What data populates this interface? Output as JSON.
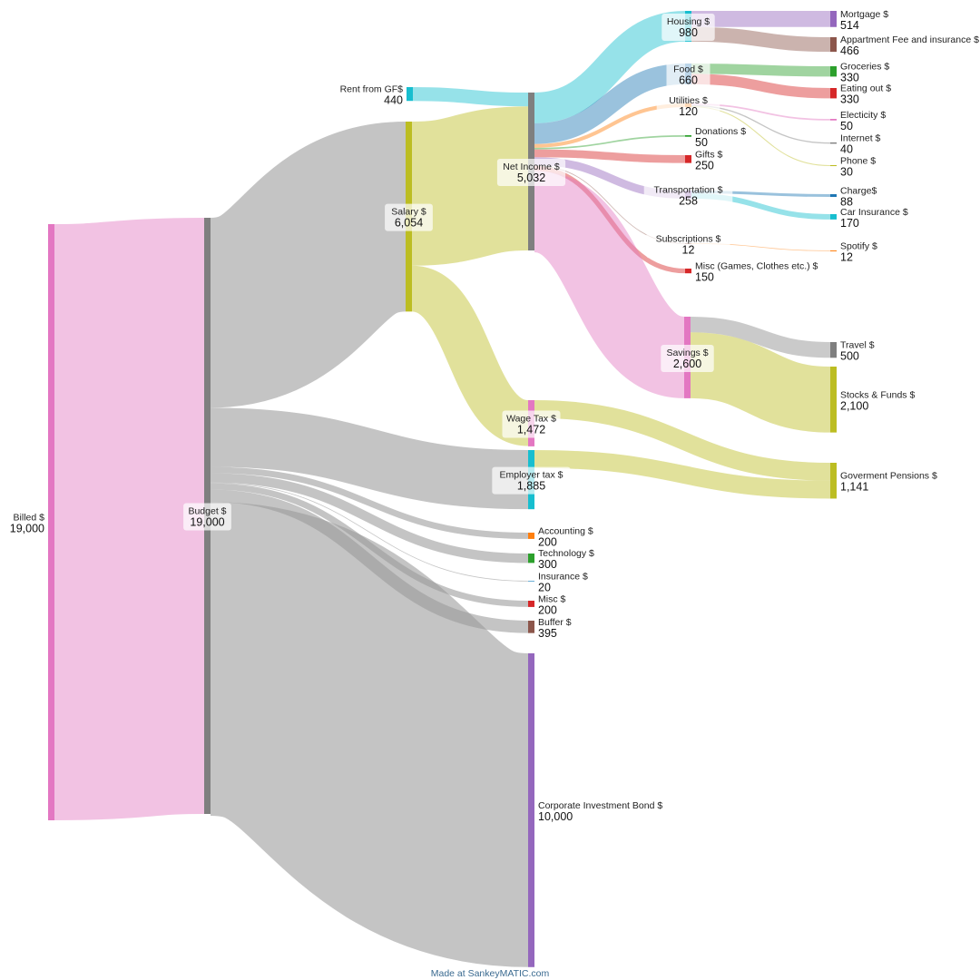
{
  "chart_data": {
    "type": "sankey",
    "title": "",
    "unit_suffix": "$",
    "nodes": [
      {
        "id": "billed",
        "name": "Billed $",
        "value": 19000,
        "color": "#e377c2"
      },
      {
        "id": "budget",
        "name": "Budget $",
        "value": 19000,
        "color": "#7f7f7f"
      },
      {
        "id": "rent_gf",
        "name": "Rent from GF$",
        "value": 440,
        "color": "#17becf"
      },
      {
        "id": "salary",
        "name": "Salary $",
        "value": 6054,
        "color": "#bcbd22"
      },
      {
        "id": "net_income",
        "name": "Net Income $",
        "value": 5032,
        "color": "#7f7f7f"
      },
      {
        "id": "wage_tax",
        "name": "Wage Tax $",
        "value": 1472,
        "color": "#e377c2"
      },
      {
        "id": "employer_tax",
        "name": "Employer tax $",
        "value": 1885,
        "color": "#17becf"
      },
      {
        "id": "accounting",
        "name": "Accounting $",
        "value": 200,
        "color": "#ff7f0e"
      },
      {
        "id": "technology",
        "name": "Technology $",
        "value": 300,
        "color": "#2ca02c"
      },
      {
        "id": "insurance",
        "name": "Insurance $",
        "value": 20,
        "color": "#6baed6"
      },
      {
        "id": "misc",
        "name": "Misc $",
        "value": 200,
        "color": "#d62728"
      },
      {
        "id": "buffer",
        "name": "Buffer $",
        "value": 395,
        "color": "#8c564b"
      },
      {
        "id": "corp_bond",
        "name": "Corporate Investment Bond $",
        "value": 10000,
        "color": "#9467bd"
      },
      {
        "id": "housing",
        "name": "Housing $",
        "value": 980,
        "color": "#17becf"
      },
      {
        "id": "food",
        "name": "Food $",
        "value": 660,
        "color": "#1f77b4"
      },
      {
        "id": "utilities",
        "name": "Utilities $",
        "value": 120,
        "color": "#ff7f0e"
      },
      {
        "id": "donations",
        "name": "Donations $",
        "value": 50,
        "color": "#2ca02c"
      },
      {
        "id": "gifts",
        "name": "Gifts $",
        "value": 250,
        "color": "#d62728"
      },
      {
        "id": "transportation",
        "name": "Transportation $",
        "value": 258,
        "color": "#9467bd"
      },
      {
        "id": "subscriptions",
        "name": "Subscriptions $",
        "value": 12,
        "color": "#8c564b"
      },
      {
        "id": "misc_games",
        "name": "Misc (Games, Clothes etc.) $",
        "value": 150,
        "color": "#d62728"
      },
      {
        "id": "savings",
        "name": "Savings $",
        "value": 2600,
        "color": "#e377c2"
      },
      {
        "id": "mortgage",
        "name": "Mortgage $",
        "value": 514,
        "color": "#9467bd"
      },
      {
        "id": "apt_fee",
        "name": "Appartment Fee and insurance $",
        "value": 466,
        "color": "#8c564b"
      },
      {
        "id": "groceries",
        "name": "Groceries $",
        "value": 330,
        "color": "#2ca02c"
      },
      {
        "id": "eating_out",
        "name": "Eating out $",
        "value": 330,
        "color": "#d62728"
      },
      {
        "id": "electricity",
        "name": "Electicity $",
        "value": 50,
        "color": "#e377c2"
      },
      {
        "id": "internet",
        "name": "Internet $",
        "value": 40,
        "color": "#7f7f7f"
      },
      {
        "id": "phone",
        "name": "Phone $",
        "value": 30,
        "color": "#bcbd22"
      },
      {
        "id": "charge",
        "name": "Charge$",
        "value": 88,
        "color": "#1f77b4"
      },
      {
        "id": "car_insurance",
        "name": "Car Insurance $",
        "value": 170,
        "color": "#17becf"
      },
      {
        "id": "spotify",
        "name": "Spotify $",
        "value": 12,
        "color": "#ff7f0e"
      },
      {
        "id": "travel",
        "name": "Travel $",
        "value": 500,
        "color": "#7f7f7f"
      },
      {
        "id": "stocks",
        "name": "Stocks & Funds $",
        "value": 2100,
        "color": "#bcbd22"
      },
      {
        "id": "gov_pensions",
        "name": "Goverment Pensions $",
        "value": 1141,
        "color": "#bcbd22"
      }
    ],
    "links": [
      {
        "source": "billed",
        "target": "budget",
        "value": 19000
      },
      {
        "source": "budget",
        "target": "salary",
        "value": 6054
      },
      {
        "source": "budget",
        "target": "employer_tax",
        "value": 1885
      },
      {
        "source": "budget",
        "target": "accounting",
        "value": 200
      },
      {
        "source": "budget",
        "target": "technology",
        "value": 300
      },
      {
        "source": "budget",
        "target": "insurance",
        "value": 20
      },
      {
        "source": "budget",
        "target": "misc",
        "value": 200
      },
      {
        "source": "budget",
        "target": "buffer",
        "value": 395
      },
      {
        "source": "budget",
        "target": "corp_bond",
        "value": 10000
      },
      {
        "source": "rent_gf",
        "target": "net_income",
        "value": 440
      },
      {
        "source": "salary",
        "target": "net_income",
        "value": 4592
      },
      {
        "source": "salary",
        "target": "wage_tax",
        "value": 1462
      },
      {
        "source": "net_income",
        "target": "housing",
        "value": 980
      },
      {
        "source": "net_income",
        "target": "food",
        "value": 660
      },
      {
        "source": "net_income",
        "target": "utilities",
        "value": 120
      },
      {
        "source": "net_income",
        "target": "donations",
        "value": 50
      },
      {
        "source": "net_income",
        "target": "gifts",
        "value": 250
      },
      {
        "source": "net_income",
        "target": "transportation",
        "value": 258
      },
      {
        "source": "net_income",
        "target": "subscriptions",
        "value": 12
      },
      {
        "source": "net_income",
        "target": "misc_games",
        "value": 150
      },
      {
        "source": "net_income",
        "target": "savings",
        "value": 2600
      },
      {
        "source": "housing",
        "target": "mortgage",
        "value": 514
      },
      {
        "source": "housing",
        "target": "apt_fee",
        "value": 466
      },
      {
        "source": "food",
        "target": "groceries",
        "value": 330
      },
      {
        "source": "food",
        "target": "eating_out",
        "value": 330
      },
      {
        "source": "utilities",
        "target": "electricity",
        "value": 50
      },
      {
        "source": "utilities",
        "target": "internet",
        "value": 40
      },
      {
        "source": "utilities",
        "target": "phone",
        "value": 30
      },
      {
        "source": "transportation",
        "target": "charge",
        "value": 88
      },
      {
        "source": "transportation",
        "target": "car_insurance",
        "value": 170
      },
      {
        "source": "subscriptions",
        "target": "spotify",
        "value": 12
      },
      {
        "source": "savings",
        "target": "travel",
        "value": 500
      },
      {
        "source": "savings",
        "target": "stocks",
        "value": 2100
      },
      {
        "source": "wage_tax",
        "target": "gov_pensions",
        "value": 570
      },
      {
        "source": "employer_tax",
        "target": "gov_pensions",
        "value": 571
      }
    ],
    "footer": "Made at SankeyMATIC.com"
  }
}
